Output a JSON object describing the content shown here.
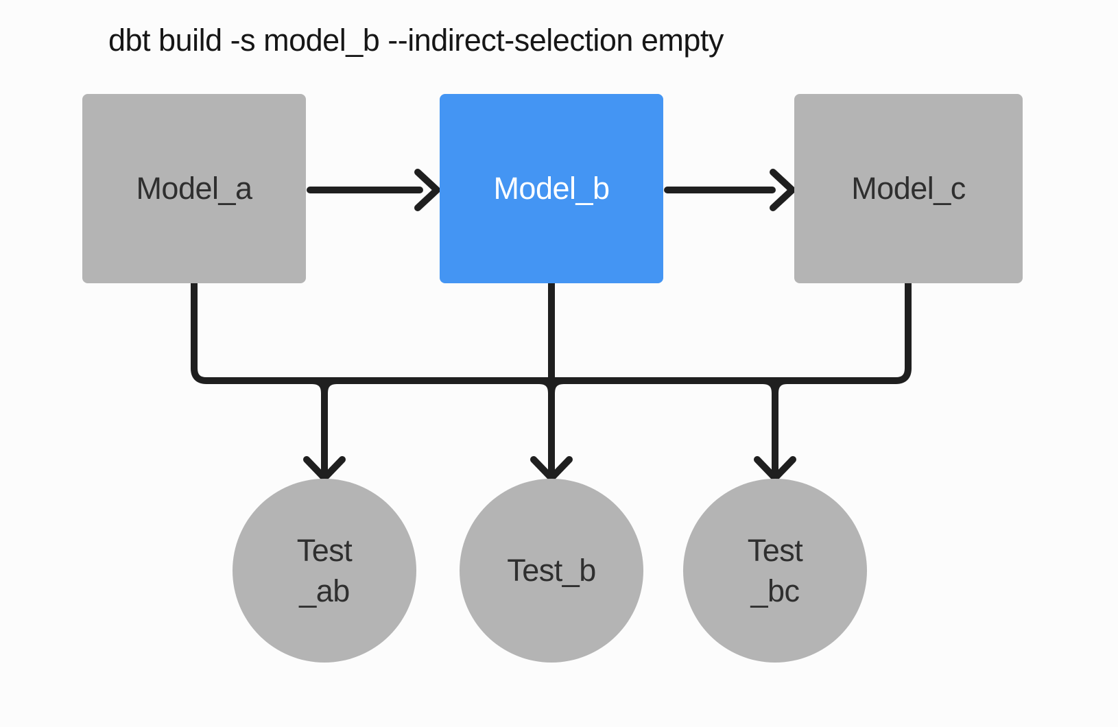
{
  "title": "dbt build -s model_b --indirect-selection empty",
  "colors": {
    "selected_node": "#4495f3",
    "unselected_node": "#b4b4b4",
    "edge": "#1f1f1f",
    "background": "#fcfcfc",
    "selected_node_text": "#ffffff",
    "node_text": "#2f2f2f"
  },
  "diagram": {
    "models": [
      {
        "id": "model_a",
        "label": "Model_a",
        "state": "unselected"
      },
      {
        "id": "model_b",
        "label": "Model_b",
        "state": "selected"
      },
      {
        "id": "model_c",
        "label": "Model_c",
        "state": "unselected"
      }
    ],
    "tests": [
      {
        "id": "test_ab",
        "line1": "Test",
        "line2": "_ab",
        "state": "unselected"
      },
      {
        "id": "test_b",
        "line1": "Test_b",
        "state": "unselected"
      },
      {
        "id": "test_bc",
        "line1": "Test",
        "line2": "_bc",
        "state": "unselected"
      }
    ],
    "edges": [
      {
        "from": "model_a",
        "to": "model_b"
      },
      {
        "from": "model_b",
        "to": "model_c"
      },
      {
        "from": "model_a",
        "to": "test_ab"
      },
      {
        "from": "model_b",
        "to": "test_ab"
      },
      {
        "from": "model_b",
        "to": "test_b"
      },
      {
        "from": "model_b",
        "to": "test_bc"
      },
      {
        "from": "model_c",
        "to": "test_bc"
      }
    ]
  }
}
